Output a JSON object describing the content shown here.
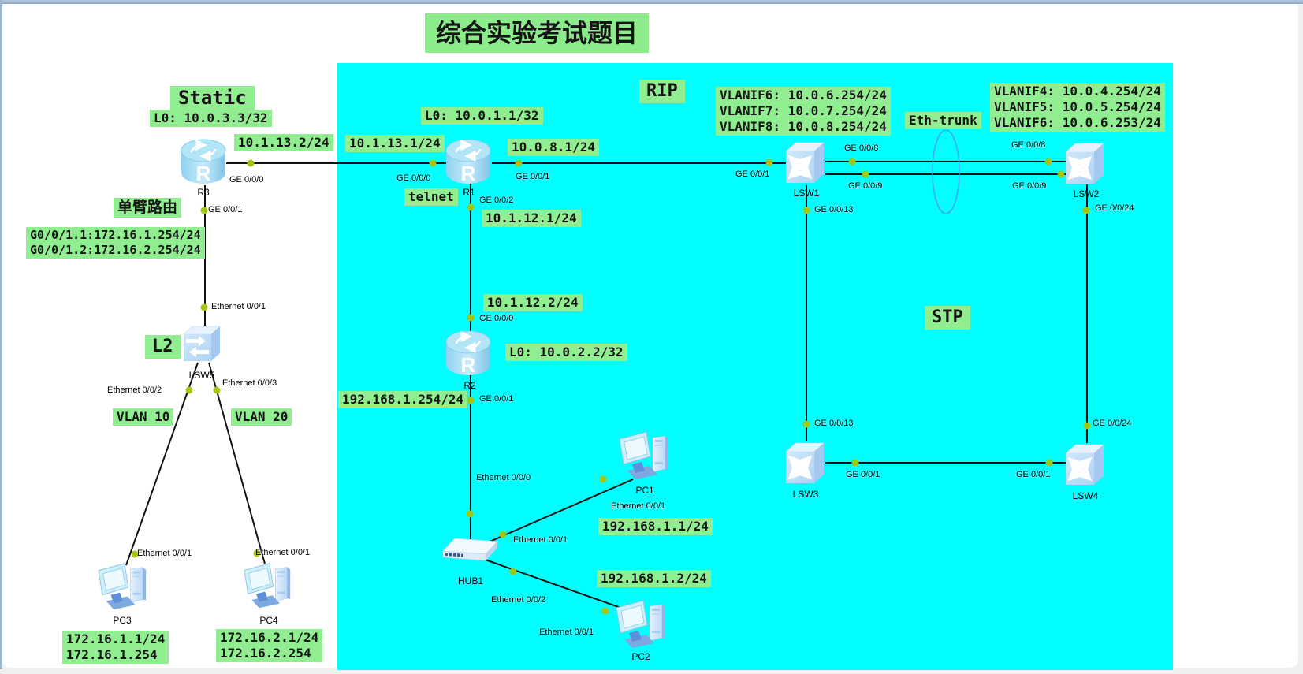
{
  "title": "综合实验考试题目",
  "regions": {
    "static_label": "Static",
    "rip_label": "RIP",
    "stp_label": "STP",
    "l2_label": "L2",
    "router_on_stick_label": "单臂路由",
    "telnet_label": "telnet",
    "eth_trunk_label": "Eth-trunk",
    "vlan10_label": "VLAN 10",
    "vlan20_label": "VLAN 20"
  },
  "devices": {
    "r3": {
      "name": "R3",
      "loopback": "L0: 10.0.3.3/32",
      "subif_line1": "G0/0/1.1:172.16.1.254/24",
      "subif_line2": "G0/0/1.2:172.16.2.254/24",
      "ports": {
        "ge000": "GE 0/0/0",
        "ge001": "GE 0/0/1"
      },
      "ips": {
        "ge000": "10.1.13.2/24"
      }
    },
    "r1": {
      "name": "R1",
      "loopback": "L0: 10.0.1.1/32",
      "ports": {
        "ge000": "GE 0/0/0",
        "ge001": "GE 0/0/1",
        "ge002": "GE 0/0/2"
      },
      "ips": {
        "ge000": "10.1.13.1/24",
        "ge001": "10.0.8.1/24",
        "ge002": "10.1.12.1/24"
      }
    },
    "r2": {
      "name": "R2",
      "loopback": "L0: 10.0.2.2/32",
      "ports": {
        "ge000": "GE 0/0/0",
        "ge001": "GE 0/0/1"
      },
      "ips": {
        "ge000": "10.1.12.2/24",
        "ge001": "192.168.1.254/24"
      }
    },
    "lsw1": {
      "name": "LSW1",
      "vlanif_line1": "VLANIF6: 10.0.6.254/24",
      "vlanif_line2": "VLANIF7: 10.0.7.254/24",
      "vlanif_line3": "VLANIF8: 10.0.8.254/24",
      "ports": {
        "ge001": "GE 0/0/1",
        "ge008": "GE 0/0/8",
        "ge009": "GE 0/0/9",
        "ge0013": "GE 0/0/13"
      }
    },
    "lsw2": {
      "name": "LSW2",
      "vlanif_line1": "VLANIF4: 10.0.4.254/24",
      "vlanif_line2": "VLANIF5: 10.0.5.254/24",
      "vlanif_line3": "VLANIF6: 10.0.6.253/24",
      "ports": {
        "ge008": "GE 0/0/8",
        "ge009": "GE 0/0/9",
        "ge0024": "GE 0/0/24"
      }
    },
    "lsw3": {
      "name": "LSW3",
      "ports": {
        "ge0013": "GE 0/0/13",
        "ge001": "GE 0/0/1"
      }
    },
    "lsw4": {
      "name": "LSW4",
      "ports": {
        "ge0024": "GE 0/0/24",
        "ge001": "GE 0/0/1"
      }
    },
    "lsw5": {
      "name": "LSW5",
      "ports": {
        "e001": "Ethernet 0/0/1",
        "e002": "Ethernet 0/0/2",
        "e003": "Ethernet 0/0/3"
      }
    },
    "hub1": {
      "name": "HUB1",
      "ports": {
        "e000": "Ethernet 0/0/0",
        "e001": "Ethernet 0/0/1",
        "e002": "Ethernet 0/0/2"
      }
    },
    "pc1": {
      "name": "PC1",
      "port": "Ethernet 0/0/1",
      "ip": "192.168.1.1/24"
    },
    "pc2": {
      "name": "PC2",
      "port": "Ethernet 0/0/1",
      "ip": "192.168.1.2/24"
    },
    "pc3": {
      "name": "PC3",
      "port": "Ethernet 0/0/1",
      "ip_line1": "172.16.1.1/24",
      "ip_line2": "172.16.1.254"
    },
    "pc4": {
      "name": "PC4",
      "port": "Ethernet 0/0/1",
      "ip_line1": "172.16.2.1/24",
      "ip_line2": "172.16.2.254"
    }
  },
  "colors": {
    "zone_fill": "#00ffff",
    "label_bg": "#90ee90",
    "link": "#111111",
    "port_dot": "#a3c613",
    "trunk_ellipse": "#3fa8f0"
  }
}
